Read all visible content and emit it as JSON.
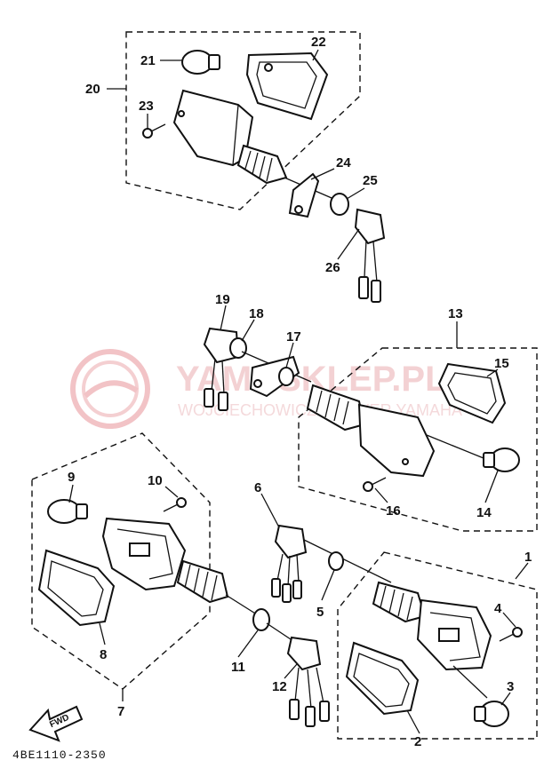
{
  "diagram": {
    "part_code": "4BE1110-2350",
    "fwd_label": "FWD",
    "watermark": {
      "title": "YAMASKLEP.PL",
      "subtitle": "WOJCIECHOWICZ & MAYER YAMAHA"
    },
    "callouts": [
      "1",
      "2",
      "3",
      "4",
      "5",
      "6",
      "7",
      "8",
      "9",
      "10",
      "11",
      "12",
      "13",
      "14",
      "15",
      "16",
      "17",
      "18",
      "19",
      "20",
      "21",
      "22",
      "23",
      "24",
      "25",
      "26"
    ]
  }
}
